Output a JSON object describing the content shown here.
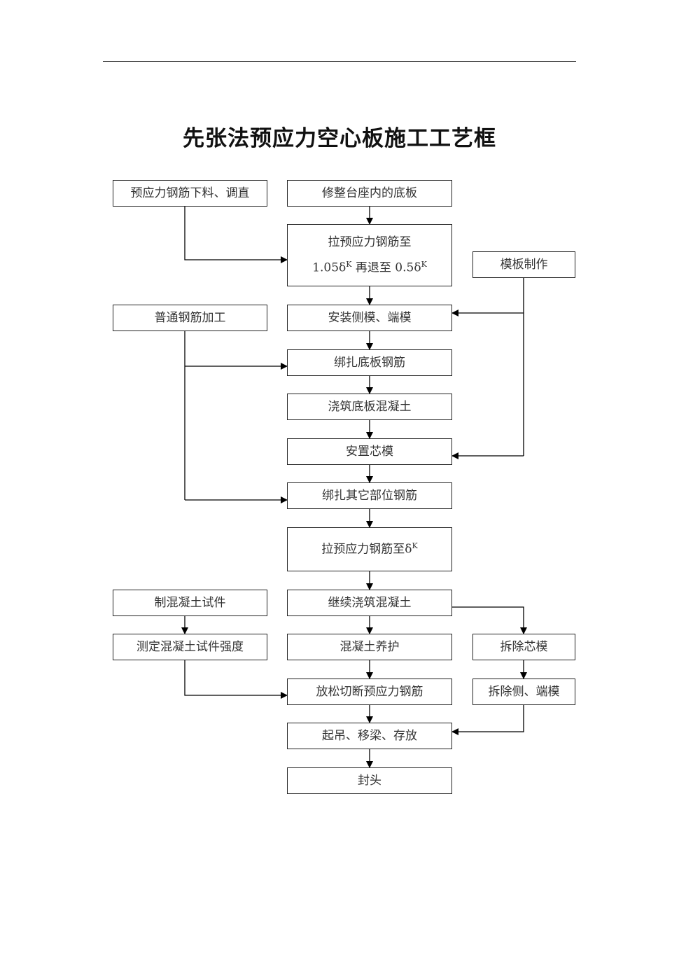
{
  "title": "先张法预应力空心板施工工艺框",
  "boxes": {
    "l1": "预应力钢筋下料、调直",
    "c1": "修整台座内的底板",
    "c2_line1": "拉预应力钢筋至",
    "c2_a": "1.05δ",
    "c2_sup1": "K",
    "c2_b": "再退至 0.5δ",
    "c2_sup2": "K",
    "r1": "模板制作",
    "l2": "普通钢筋加工",
    "c3": "安装侧模、端模",
    "c4": "绑扎底板钢筋",
    "c5": "浇筑底板混凝土",
    "c6": "安置芯模",
    "c7": "绑扎其它部位钢筋",
    "c8": "拉预应力钢筋至δ",
    "c8_sup": "K",
    "l3": "制混凝土试件",
    "c9": "继续浇筑混凝土",
    "l4": "测定混凝土试件强度",
    "c10": "混凝土养护",
    "r2": "拆除芯模",
    "c11": "放松切断预应力钢筋",
    "r3": "拆除侧、端模",
    "c12": "起吊、移梁、存放",
    "c13": "封头"
  }
}
